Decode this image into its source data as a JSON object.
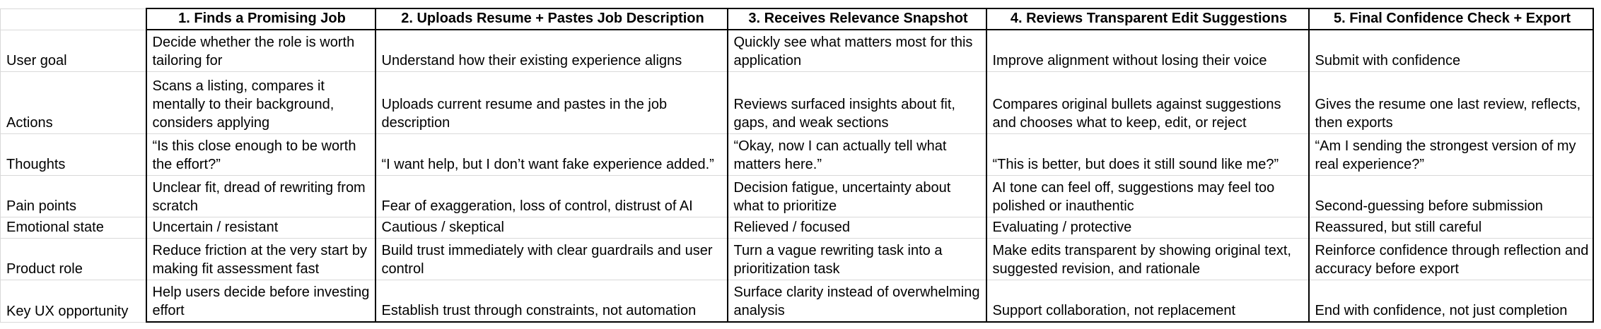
{
  "table": {
    "corner": "",
    "stages": [
      "1. Finds a Promising Job",
      "2. Uploads Resume + Pastes Job Description",
      "3. Receives Relevance Snapshot",
      "4. Reviews Transparent Edit Suggestions",
      "5. Final Confidence Check + Export"
    ],
    "rows": [
      {
        "label": "User goal",
        "cells": [
          "Decide whether the role is worth tailoring for",
          "Understand how their existing experience aligns",
          "Quickly see what matters most for this application",
          "Improve alignment without losing their voice",
          "Submit with confidence"
        ]
      },
      {
        "label": "Actions",
        "cells": [
          "Scans a listing, compares it mentally to their background, considers applying",
          "Uploads current resume and pastes in the job description",
          "Reviews surfaced insights about fit, gaps, and weak sections",
          "Compares original bullets against suggestions and chooses what to keep, edit, or reject",
          "Gives the resume one last review, reflects, then exports"
        ]
      },
      {
        "label": "Thoughts",
        "cells": [
          "“Is this close enough to be worth the effort?”",
          "“I want help, but I don’t want fake experience added.”",
          "“Okay, now I can actually tell what matters here.”",
          "“This is better, but does it still sound like me?”",
          "“Am I sending the strongest version of my real experience?”"
        ]
      },
      {
        "label": "Pain points",
        "cells": [
          "Unclear fit, dread of rewriting from scratch",
          "Fear of exaggeration, loss of control, distrust of AI",
          "Decision fatigue, uncertainty about what to prioritize",
          "AI tone can feel off, suggestions may feel too polished or inauthentic",
          "Second-guessing before submission"
        ]
      },
      {
        "label": "Emotional state",
        "cells": [
          "Uncertain / resistant",
          "Cautious / skeptical",
          "Relieved / focused",
          "Evaluating / protective",
          "Reassured, but still careful"
        ]
      },
      {
        "label": "Product role",
        "cells": [
          "Reduce friction at the very start by making fit assessment fast",
          "Build trust immediately with clear guardrails and user control",
          "Turn a vague rewriting task into a prioritization task",
          "Make edits transparent by showing original text, suggested revision, and rationale",
          "Reinforce confidence through reflection and accuracy before export"
        ]
      },
      {
        "label": "Key UX opportunity",
        "cells": [
          "Help users decide before investing effort",
          "Establish trust through constraints, not automation",
          "Surface clarity instead of overwhelming analysis",
          "Support collaboration, not replacement",
          "End with confidence, not just completion"
        ]
      }
    ]
  }
}
